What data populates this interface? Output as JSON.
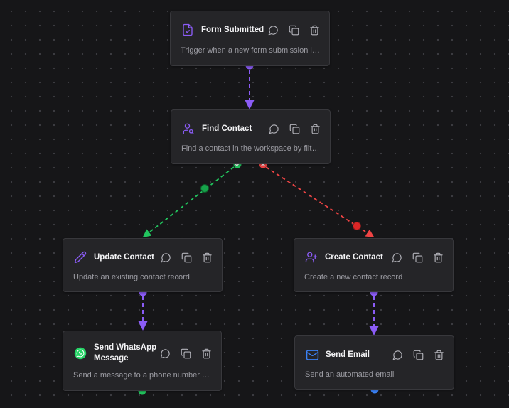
{
  "colors": {
    "canvas": "#161618",
    "node_bg": "#252528",
    "node_border": "#38383c",
    "accent_purple": "#8b5cf6",
    "success_green": "#22c55e",
    "error_red": "#ef4444",
    "email_blue": "#3b82f6"
  },
  "nodes": {
    "form_submitted": {
      "title": "Form Submitted",
      "description": "Trigger when a new form submission is received",
      "icon": "file-check-icon"
    },
    "find_contact": {
      "title": "Find Contact",
      "description": "Find a contact in the workspace by filters",
      "icon": "user-search-icon"
    },
    "update_contact": {
      "title": "Update Contact",
      "description": "Update an existing contact record",
      "icon": "pencil-icon"
    },
    "create_contact": {
      "title": "Create Contact",
      "description": "Create a new contact record",
      "icon": "user-plus-icon"
    },
    "send_whatsapp": {
      "title": "Send WhatsApp Message",
      "description": "Send a message to a phone number using WhatsApp",
      "icon": "whatsapp-icon"
    },
    "send_email": {
      "title": "Send Email",
      "description": "Send an automated email",
      "icon": "mail-icon"
    }
  },
  "node_actions": [
    "comment-icon",
    "copy-icon",
    "trash-icon"
  ],
  "branches": {
    "success": "check-icon",
    "failure": "x-icon"
  }
}
